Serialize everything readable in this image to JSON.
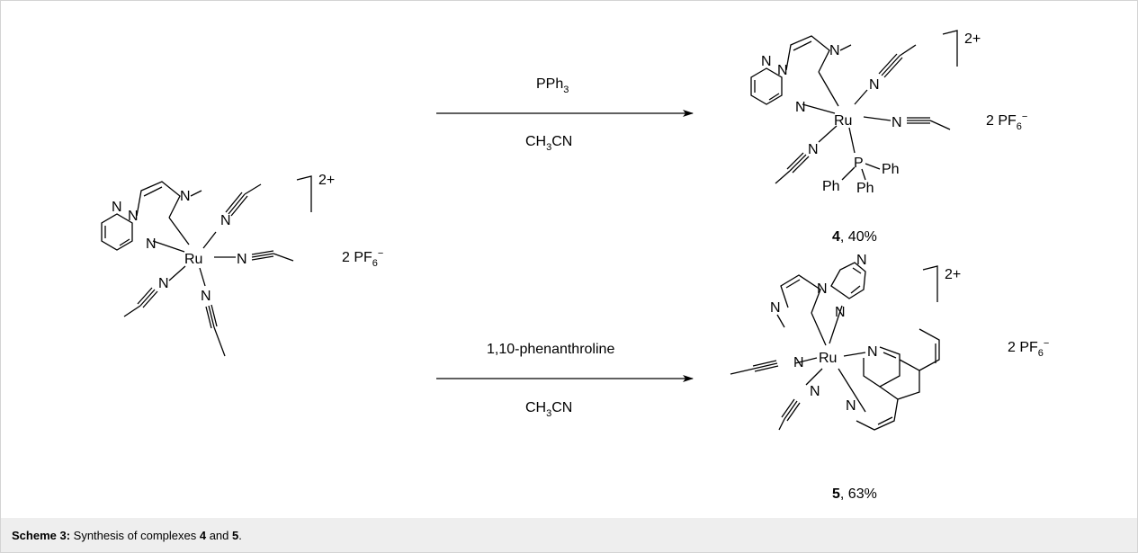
{
  "reactions": [
    {
      "reagent": {
        "main": "PPh",
        "sub": "3"
      },
      "solvent": {
        "pre": "CH",
        "sub": "3",
        "post": "CN"
      }
    },
    {
      "reagent": {
        "main": "1,10-phenanthroline",
        "sub": ""
      },
      "solvent": {
        "pre": "CH",
        "sub": "3",
        "post": "CN"
      }
    }
  ],
  "atoms": {
    "N": "N",
    "Ru": "Ru",
    "P": "P",
    "Ph": "Ph",
    "dash": "–"
  },
  "charge": "2+",
  "counterion": {
    "pre": "2 PF",
    "sub": "6",
    "sup": "−"
  },
  "products": [
    {
      "number": "4",
      "yield": "40%"
    },
    {
      "number": "5",
      "yield": "63%"
    }
  ],
  "caption": {
    "label": "Scheme 3:",
    "text_a": " Synthesis of complexes ",
    "num_a": "4",
    "text_b": " and ",
    "num_b": "5",
    "text_c": "."
  }
}
